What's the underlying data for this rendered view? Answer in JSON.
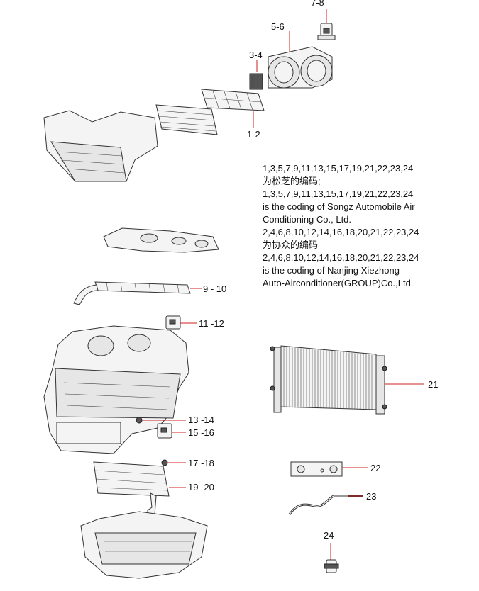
{
  "callouts": {
    "c7_8": "7-8",
    "c5_6": "5-6",
    "c3_4": "3-4",
    "c1_2": "1-2",
    "c9_10": "9 - 10",
    "c11_12": "11 -12",
    "c13_14": "13 -14",
    "c15_16": "15 -16",
    "c17_18": "17 -18",
    "c19_20": "19 -20",
    "c21": "21",
    "c22": "22",
    "c23": "23",
    "c24": "24"
  },
  "notes": [
    "1,3,5,7,9,11,13,15,17,19,21,22,23,24",
    "为松芝的编码;",
    "1,3,5,7,9,11,13,15,17,19,21,22,23,24",
    "is the coding of Songz Automobile Air",
    "Conditioning Co., Ltd.",
    "2,4,6,8,10,12,14,16,18,20,21,22,23,24",
    "为协众的编码",
    "2,4,6,8,10,12,14,16,18,20,21,22,23,24",
    "is the coding of Nanjing Xiezhong",
    "Auto-Airconditioner(GROUP)Co.,Ltd."
  ]
}
